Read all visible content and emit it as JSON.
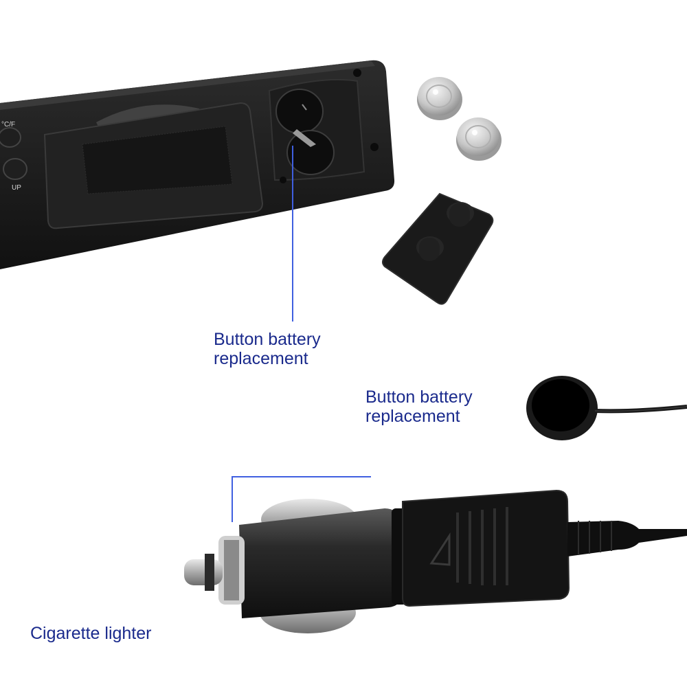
{
  "colors": {
    "label_text": "#1a2a8c",
    "leader_line": "#3f5fe0",
    "device_body": "#1b1b1b",
    "background": "#ffffff"
  },
  "device": {
    "button_labels": [
      "°C/F",
      "UP"
    ]
  },
  "labels": {
    "battery_compartment": [
      "Button battery",
      "replacement"
    ],
    "sensor_probe": [
      "Button battery",
      "replacement"
    ],
    "plug": [
      "Cigarette lighter"
    ]
  },
  "icons": [
    "coin-cell-battery-icon",
    "battery-cover-icon",
    "velcro-pad-icon",
    "temperature-probe-icon",
    "cigarette-lighter-plug-icon"
  ]
}
